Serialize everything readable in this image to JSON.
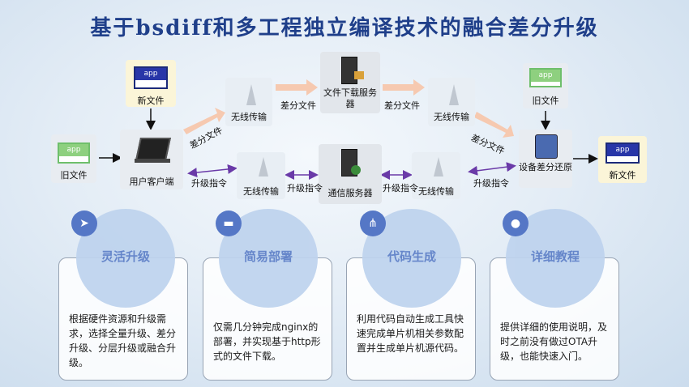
{
  "title": "基于bsdiff和多工程独立编译技术的融合差分升级",
  "app_label": "app",
  "nodes": {
    "new_file_top": "新文件",
    "old_file_left": "旧文件",
    "user_client": "用户客户端",
    "wireless_1": "无线传输",
    "file_server": "文件下载服务器",
    "wireless_2": "无线传输",
    "old_file_right": "旧文件",
    "device_restore": "设备差分还原",
    "new_file_right": "新文件",
    "wireless_3": "无线传输",
    "comm_server": "通信服务器",
    "wireless_4": "无线传输"
  },
  "edges": {
    "diff_1": "差分文件",
    "diff_2": "差分文件",
    "diff_3": "差分文件",
    "diff_4": "差分文件",
    "cmd_1": "升级指令",
    "cmd_2": "升级指令",
    "cmd_3": "升级指令",
    "cmd_4": "升级指令"
  },
  "features": [
    {
      "title": "灵活升级",
      "icon": "paper-plane-icon",
      "text": "根据硬件资源和升级需求，选择全量升级、差分升级、分层升级或融合升级。"
    },
    {
      "title": "简易部署",
      "icon": "card-icon",
      "text": "仅需几分钟完成nginx的部署，并实现基于http形式的文件下载。"
    },
    {
      "title": "代码生成",
      "icon": "network-icon",
      "text": "利用代码自动生成工具快速完成单片机相关参数配置并生成单片机源代码。"
    },
    {
      "title": "详细教程",
      "icon": "user-icon",
      "text": "提供详细的使用说明，及时之前没有做过OTA升级，也能快速入门。"
    }
  ],
  "colors": {
    "title": "#1f3f8a",
    "accent": "#5577c6",
    "arrow_purple": "#6a3aa8",
    "diff_arrow": "#f6c9b0"
  }
}
